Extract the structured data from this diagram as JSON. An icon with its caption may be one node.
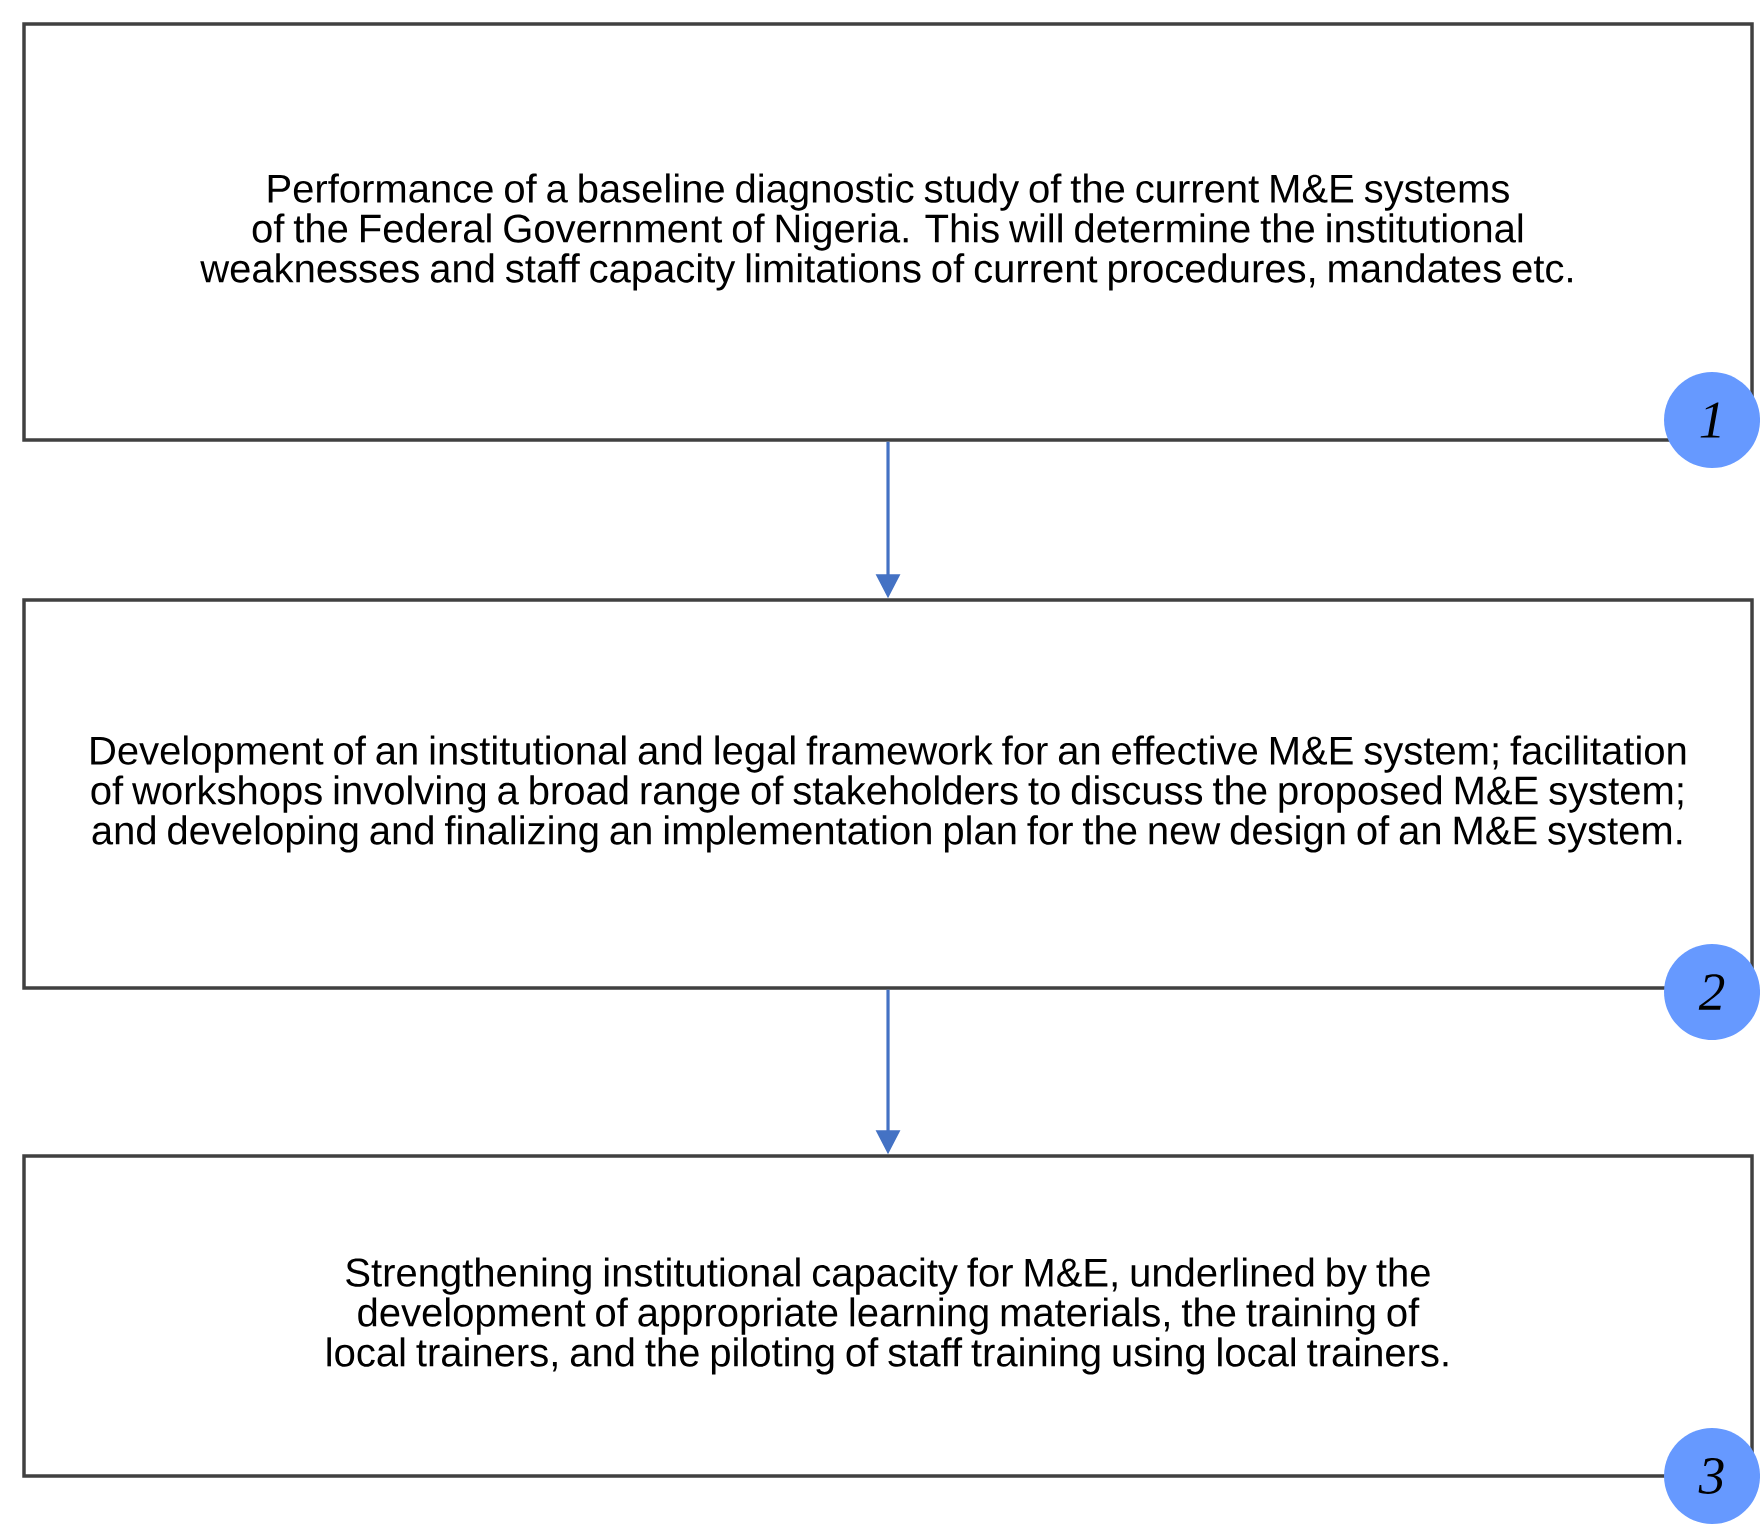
{
  "diagram": {
    "nodes": [
      {
        "text": [
          "Performance of a baseline diagnostic study of the current M&E systems of the Federal Government of Nigeria.  This will determine the institutional weaknesses and staff capacity limitations of current procedures, mandates etc."
        ]
      },
      {
        "text": [
          "1"
        ]
      },
      {
        "text": [
          "Development of an institutional and legal framework for an effective M&E system; facilitation of workshops involving a broad range of stakeholders to discuss the proposed M&E system; and developing and finalizing an implementation plan for the new design of an M&E system."
        ]
      },
      {
        "text": [
          "2"
        ]
      },
      {
        "text": [
          "Strengthening institutional capacity for M&E, underlined by the development of appropriate learning materials, the training of local trainers, and the piloting of staff training using local trainers."
        ]
      },
      {
        "text": [
          "3"
        ]
      }
    ],
    "edges": [
      {
        "from": 0,
        "to": 2,
        "arrow": "to"
      },
      {
        "from": 2,
        "to": 4,
        "arrow": "to"
      }
    ]
  }
}
